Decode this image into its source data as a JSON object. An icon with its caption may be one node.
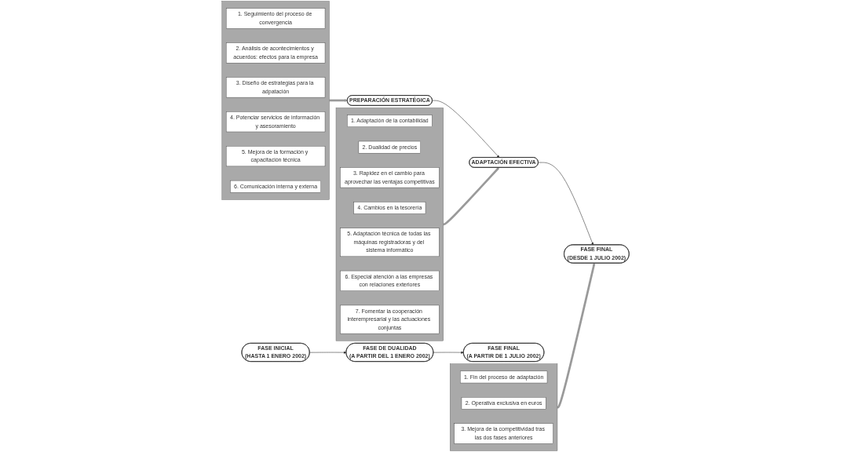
{
  "diagram": {
    "nodes": [
      {
        "text": [
          "FASE INICIAL",
          "(HASTA 1 ENERO 2002)"
        ]
      },
      {
        "text": [],
        "shape": "box"
      },
      {
        "text": [
          "1. Seguimiento del proceso de convergencia"
        ],
        "in": 1
      },
      {
        "text": [
          "2. Análisis de acontecimientos y acuerdos: efectos para la empresa"
        ],
        "in": 1
      },
      {
        "text": [
          "3. Diseño de estrategias para la adpatación"
        ],
        "in": 1
      },
      {
        "text": [
          "4. Potenciar servicios de información y asesoramiento"
        ],
        "in": 1
      },
      {
        "text": [
          "5. Mejora de la formación y capacitación técnica"
        ],
        "in": 1
      },
      {
        "text": [
          "6. Comunicación interna y externa"
        ],
        "in": 1
      },
      {
        "text": [
          "FASE DE DUALIDAD",
          "(A PARTIR DEL 1 ENERO 2002)"
        ]
      },
      {
        "text": [],
        "shape": "box"
      },
      {
        "text": [
          "1. Adaptación de la contabilidad"
        ],
        "in": 9
      },
      {
        "text": [
          "2. Dualidad de precios"
        ],
        "in": 9
      },
      {
        "text": [
          "3. Rapidez en el cambio para aprovechar las ventajas competitivas"
        ],
        "in": 9
      },
      {
        "text": [
          "4. Cambios en la tesorería"
        ],
        "in": 9
      },
      {
        "text": [
          "5. Adaptación técnica de todas las máquinas registradoras y del sistema informático"
        ],
        "in": 9
      },
      {
        "text": [
          "6. Especial atención a las empresas con relaciones exteriores"
        ],
        "in": 9
      },
      {
        "text": [
          "7. Fomentar la cooperación interempresarial y las actuaciones conjuntas"
        ],
        "in": 9
      },
      {
        "text": [
          "FASE FINAL",
          "(A PARTIR DE 1 JULIO 2002)"
        ]
      },
      {
        "text": [],
        "shape": "box"
      },
      {
        "text": [
          "1. Fin del proceso de adaptación"
        ],
        "in": 18
      },
      {
        "text": [
          "2. Operativa exclusiva en euros"
        ],
        "in": 18
      },
      {
        "text": [
          "3. Mejora de la competitividad tras las dos fases anteriores"
        ],
        "in": 18
      },
      {
        "text": [
          "PREPARACIÓN ESTRATÉGICA"
        ]
      },
      {
        "text": [
          "ADAPTACIÓN EFECTIVA"
        ]
      },
      {
        "text": [
          "FASE FINAL",
          "(DESDE 1 JULIO 2002)"
        ]
      }
    ],
    "edges": [
      {
        "from": 0,
        "to": 8,
        "arrow": "to"
      },
      {
        "from": 8,
        "to": 17,
        "arrow": "to"
      },
      {
        "from": 1,
        "to": 22,
        "arrow": "to",
        "style": "thick",
        "color": "#9a9a9a"
      },
      {
        "from": 9,
        "to": 23,
        "arrow": "to",
        "style": "thick",
        "color": "#9a9a9a"
      },
      {
        "from": 18,
        "to": 24,
        "arrow": "to",
        "style": "thick",
        "color": "#9a9a9a"
      },
      {
        "from": 22,
        "to": 23,
        "arrow": "to"
      },
      {
        "from": 23,
        "to": 24,
        "arrow": "to"
      }
    ]
  }
}
